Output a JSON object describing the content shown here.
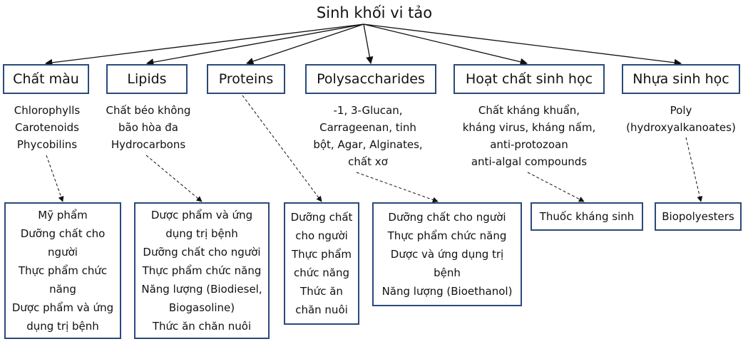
{
  "root": {
    "label": "Sinh khối vi tảo"
  },
  "categories": [
    {
      "label": "Chất màu",
      "components": [
        "Chlorophylls",
        "Carotenoids",
        "Phycobilins"
      ],
      "applications": [
        "Mỹ phẩm",
        "Dưỡng chất cho",
        "người",
        "Thực phẩm chức",
        "năng",
        "Dược phẩm và ứng",
        "dụng trị bệnh"
      ]
    },
    {
      "label": "Lipids",
      "components": [
        "Chất béo không",
        "bão hòa đa",
        "Hydrocarbons"
      ],
      "applications": [
        "Dược phẩm và ứng",
        "dụng trị bệnh",
        "Dưỡng chất cho người",
        "Thực phẩm chức năng",
        "Năng lượng (Biodiesel,",
        "Biogasoline)",
        "Thức ăn chăn nuôi"
      ]
    },
    {
      "label": "Proteins",
      "components": [],
      "applications": [
        "Dưỡng chất",
        "cho người",
        "Thực phẩm",
        "chức năng",
        "Thức ăn",
        "chăn nuôi"
      ]
    },
    {
      "label": "Polysaccharides",
      "components": [
        "-1, 3-Glucan,",
        "Carrageenan, tinh",
        "bột, Agar, Alginates,",
        "chất xơ"
      ],
      "applications": [
        "Dưỡng chất cho người",
        "Thực phẩm chức năng",
        "Dược và ứng dụng trị",
        "bệnh",
        "Năng lượng (Bioethanol)"
      ]
    },
    {
      "label": "Hoạt chất sinh học",
      "components": [
        "Chất kháng khuẩn,",
        "kháng virus, kháng nấm,",
        "anti-protozoan",
        "anti-algal compounds"
      ],
      "applications": [
        "Thuốc kháng sinh"
      ]
    },
    {
      "label": "Nhựa sinh học",
      "components": [
        "Poly",
        "(hydroxyalkanoates)"
      ],
      "applications": [
        "Biopolyesters"
      ]
    }
  ]
}
